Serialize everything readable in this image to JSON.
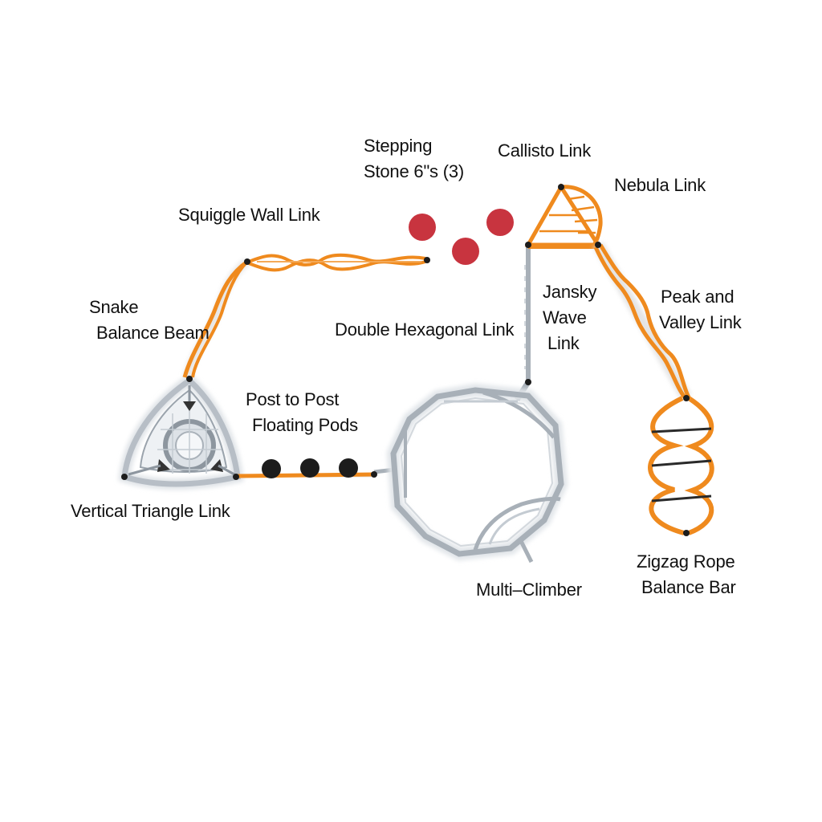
{
  "colors": {
    "orange": "#ef8a1e",
    "orange_dark": "#c96f12",
    "steel": "#b7bec6",
    "steel_dark": "#7d868f",
    "stone": "#c8343f",
    "post": "#1c1c1c",
    "rope": "#2a2a2a"
  },
  "labels": {
    "stepping_stones": [
      "Stepping",
      "Stone 6\"s (3)"
    ],
    "callisto": [
      "Callisto Link"
    ],
    "nebula": [
      "Nebula Link"
    ],
    "squiggle": [
      "Squiggle Wall Link"
    ],
    "snake": [
      "Snake",
      "Balance Beam"
    ],
    "jansky": [
      "Jansky",
      "Wave",
      "Link"
    ],
    "peak_valley": [
      "Peak and",
      "Valley Link"
    ],
    "double_hex": [
      "Double Hexagonal Link"
    ],
    "post_pods": [
      "Post to Post",
      "Floating Pods"
    ],
    "vertical_triangle": [
      "Vertical Triangle Link"
    ],
    "multi_climber": [
      "Multi–Climber"
    ],
    "zigzag": [
      "Zigzag Rope",
      "Balance Bar"
    ]
  }
}
